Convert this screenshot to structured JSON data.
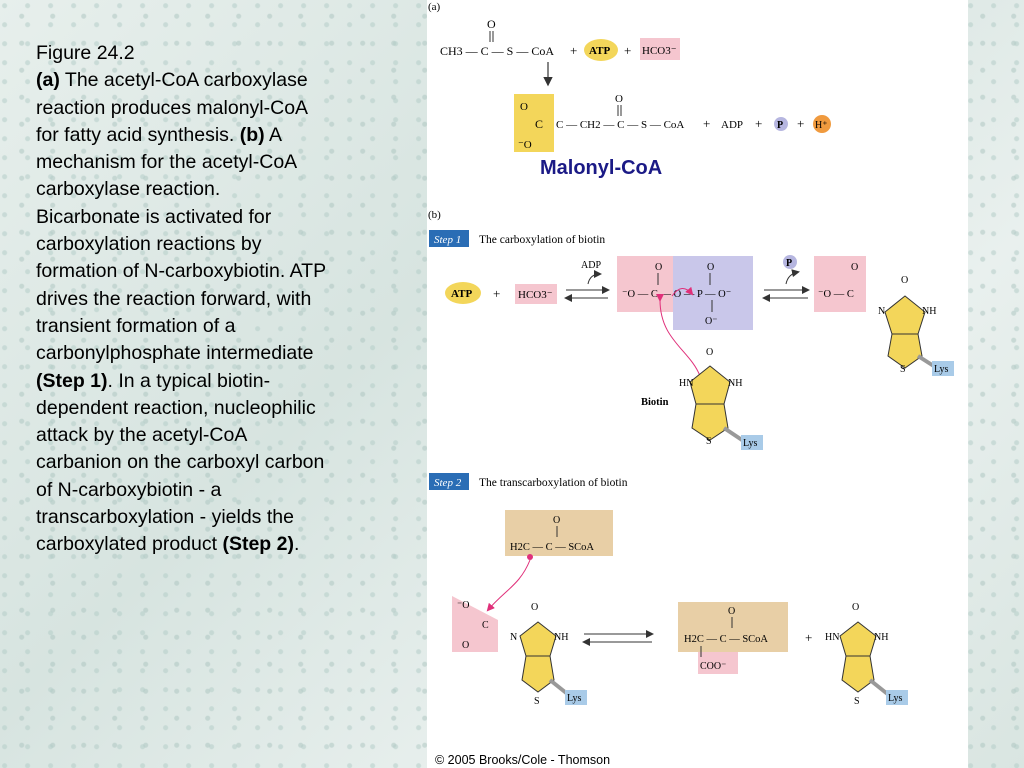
{
  "caption": {
    "figure": "Figure 24.2",
    "a_label": "(a)",
    "a_text": " The acetyl-CoA carboxylase reaction produces malonyl-CoA for fatty acid synthesis. ",
    "b_label": "(b)",
    "b_text": " A mechanism for the acetyl-CoA carboxylase reaction. Bicarbonate is activated for carboxylation reactions by formation of N-carboxybiotin. ATP drives the reaction forward, with transient formation of a carbonylphosphate intermediate ",
    "step1": "(Step 1)",
    "mid_text": ". In a typical biotin-dependent reaction, nucleophilic attack by the acetyl-CoA carbanion on the carboxyl carbon of N-carboxybiotin - a transcarboxylation - yields the carboxylated product ",
    "step2": "(Step 2)",
    "end": "."
  },
  "part_a": {
    "label": "(a)",
    "reactant": "CH3 — C — S — CoA",
    "plus": "+",
    "atp": "ATP",
    "hco3": "HCO3⁻",
    "product_chain": "C — CH2 — C — S — CoA",
    "adp": "ADP",
    "p": "P",
    "h": "H⁺",
    "malonyl_label": "Malonyl-CoA"
  },
  "part_b": {
    "label": "(b)",
    "step1_tag": "Step 1",
    "step1_title": "The carboxylation of biotin",
    "step2_tag": "Step 2",
    "step2_title": "The transcarboxylation of biotin",
    "atp": "ATP",
    "hco3": "HCO3⁻",
    "adp": "ADP",
    "p": "P",
    "biotin": "Biotin",
    "lys": "Lys",
    "h2c_scoa": "H2C — C — SCoA",
    "coo": "COO⁻"
  },
  "copyright": "© 2005 Brooks/Cole - Thomson",
  "colors": {
    "pink": "#f5c6cf",
    "lavender": "#c9c7ea",
    "yellow": "#f3d65a",
    "tan": "#e8cfa6",
    "lys_blue": "#a9cbe8",
    "step_tag": "#2a6db5",
    "malonyl_text": "#1b1a86"
  }
}
